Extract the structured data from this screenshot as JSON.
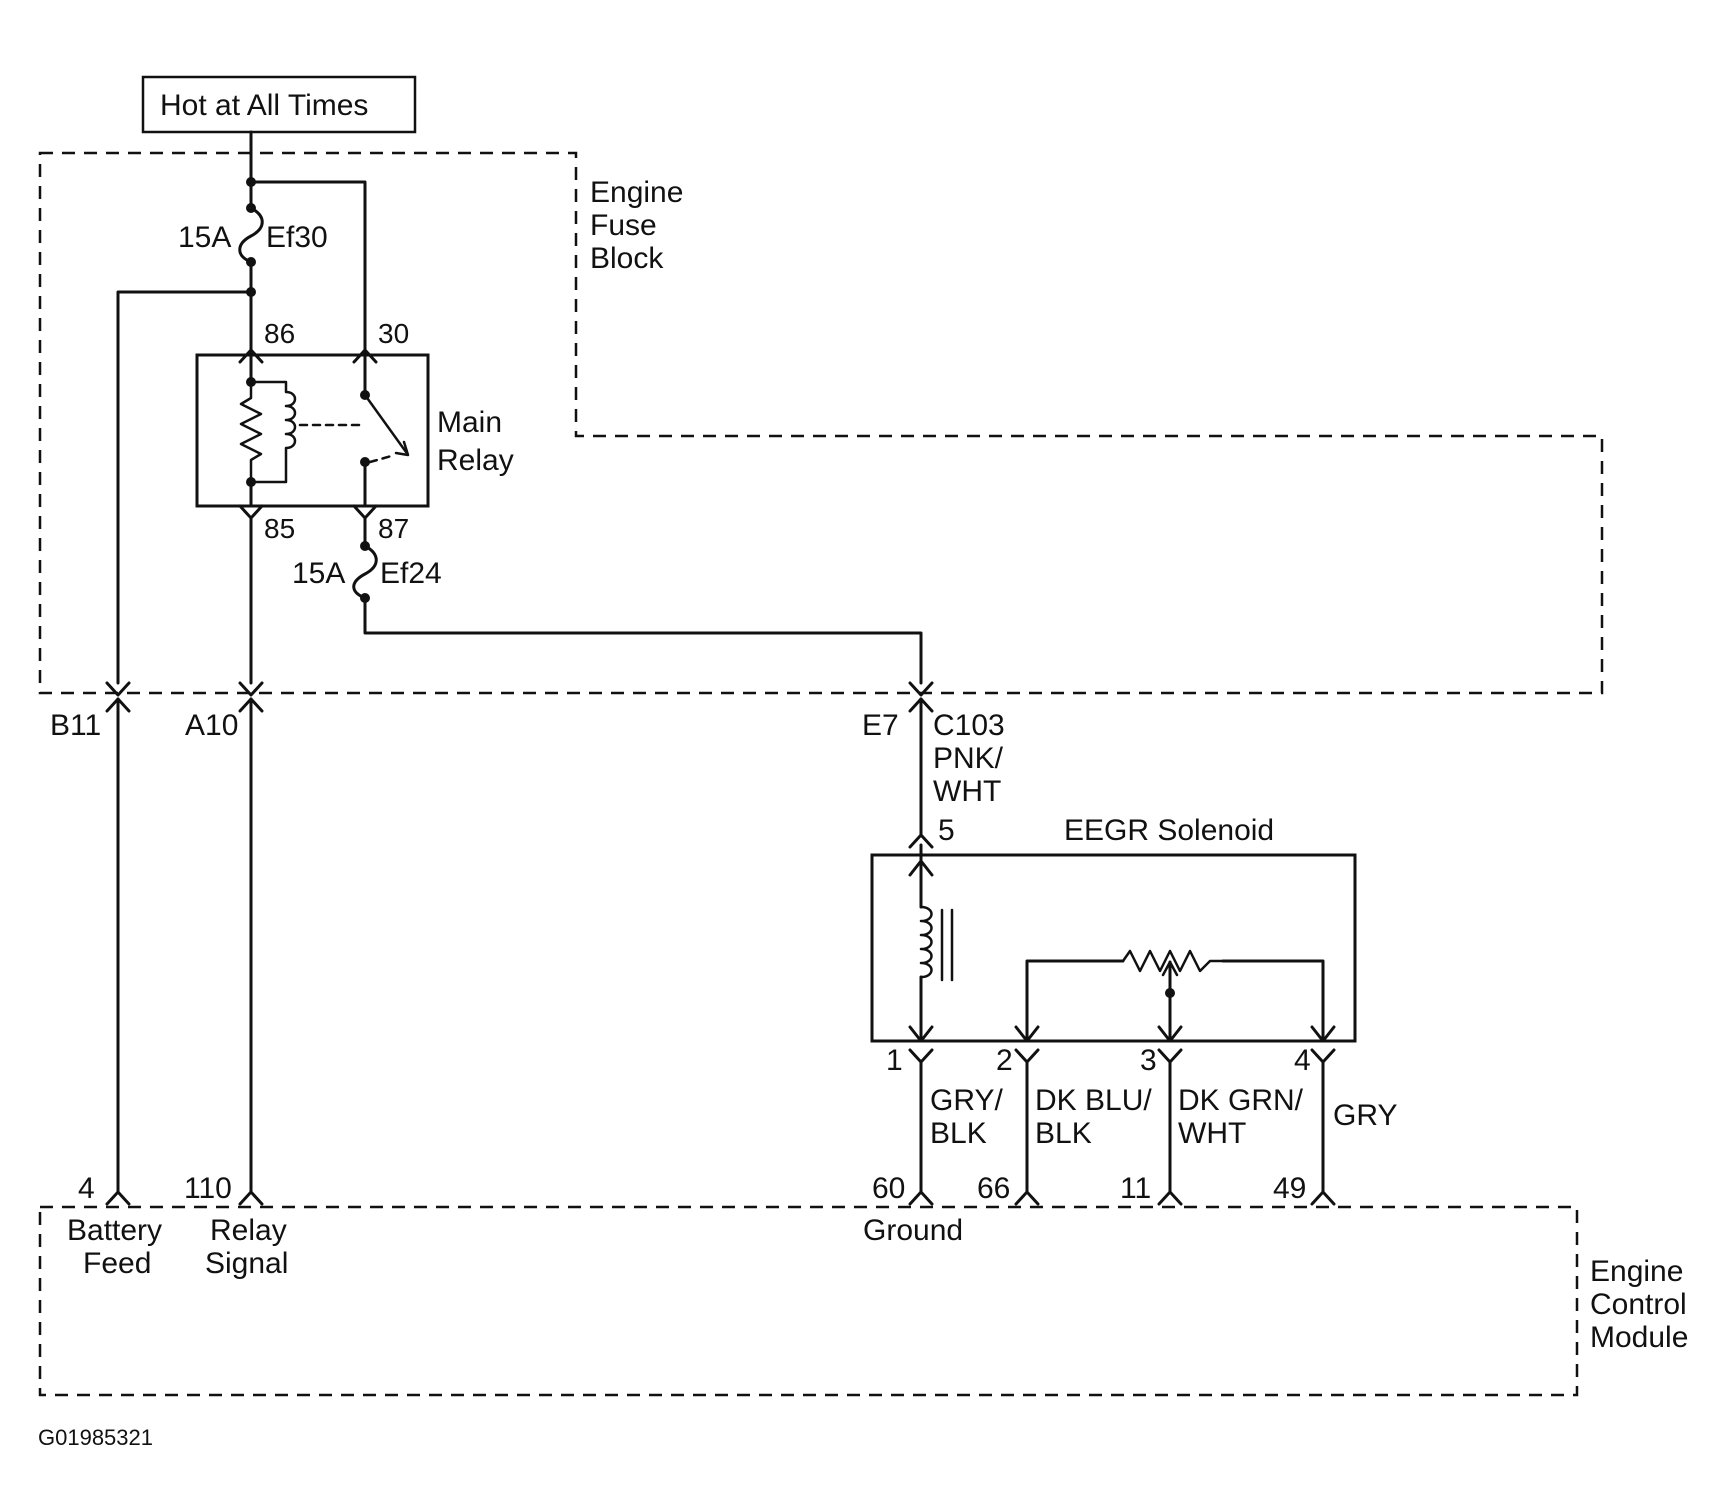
{
  "hot_label": "Hot at All Times",
  "fuse_block": {
    "line1": "Engine",
    "line2": "Fuse",
    "line3": "Block"
  },
  "fuse1": {
    "rating": "15A",
    "name": "Ef30"
  },
  "fuse2": {
    "rating": "15A",
    "name": "Ef24"
  },
  "relay": {
    "line1": "Main",
    "line2": "Relay",
    "pin86": "86",
    "pin30": "30",
    "pin85": "85",
    "pin87": "87"
  },
  "connector": {
    "b11": "B11",
    "a10": "A10",
    "e7": "E7",
    "name": "C103"
  },
  "wire_e7": {
    "line1": "PNK/",
    "line2": "WHT"
  },
  "solenoid": {
    "title": "EEGR Solenoid",
    "pin5": "5",
    "pin1": "1",
    "pin2": "2",
    "pin3": "3",
    "pin4": "4"
  },
  "wires": {
    "w1": {
      "line1": "GRY/",
      "line2": "BLK"
    },
    "w2": {
      "line1": "DK BLU/",
      "line2": "BLK"
    },
    "w3": {
      "line1": "DK GRN/",
      "line2": "WHT"
    },
    "w4": {
      "line1": "GRY"
    }
  },
  "ecm": {
    "pin4": "4",
    "pin110": "110",
    "pin60": "60",
    "pin66": "66",
    "pin11": "11",
    "pin49": "49",
    "battery_feed_1": "Battery",
    "battery_feed_2": "Feed",
    "relay_signal_1": "Relay",
    "relay_signal_2": "Signal",
    "ground": "Ground",
    "line1": "Engine",
    "line2": "Control",
    "line3": "Module"
  },
  "figure_id": "G01985321"
}
